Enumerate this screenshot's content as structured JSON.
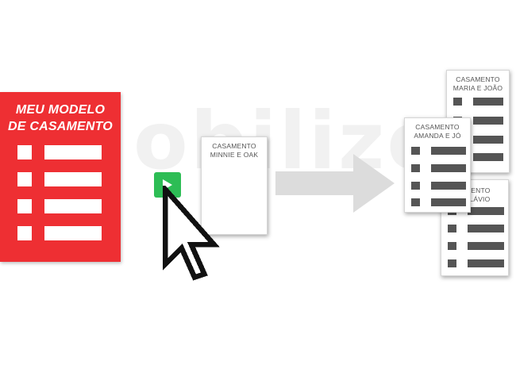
{
  "watermark": "obilize",
  "template": {
    "title_line1": "MEU MODELO",
    "title_line2": "DE CASAMENTO",
    "rows": 4,
    "color": "#ee2f33"
  },
  "source_doc": {
    "title_line1": "CASAMENTO",
    "title_line2": "MINNIE E OAK"
  },
  "output_docs": [
    {
      "title_line1": "CASAMENTO",
      "title_line2": "MARIA E JOÃO"
    },
    {
      "title_line1": "CASAMENTO",
      "title_line2": "AMANDA E JÓ"
    },
    {
      "title_line1": "MENTO",
      "title_line2": "FLÁVIO"
    }
  ],
  "icons": {
    "play": "play-icon",
    "cursor": "mouse-pointer-icon",
    "arrow": "right-arrow-icon"
  },
  "colors": {
    "badge": "#2dbd55",
    "arrow": "#dcdcdc",
    "list_bars": "#555555"
  }
}
